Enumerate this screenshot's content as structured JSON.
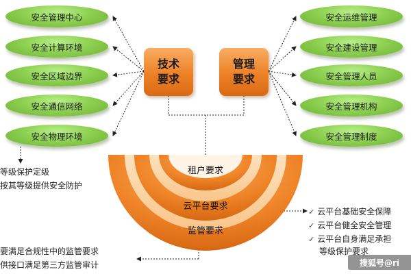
{
  "left_items": [
    "安全管理中心",
    "安全计算环境",
    "安全区域边界",
    "安全通信网络",
    "安全物理环境"
  ],
  "right_items": [
    "安全运维管理",
    "安全建设管理",
    "安全管理人员",
    "安全管理机构",
    "安全管理制度"
  ],
  "tech_box": {
    "line1": "技术",
    "line2": "要求"
  },
  "mgmt_box": {
    "line1": "管理",
    "line2": "要求"
  },
  "rings": {
    "inner": "租户要求",
    "middle": "云平台要求",
    "outer": "监管要求"
  },
  "left_notes": [
    "等级保护定级",
    "按其等级提供安全防护"
  ],
  "bottom_notes": [
    "要满足合规性中的监管要求",
    "供接口满足第三方监管审计"
  ],
  "right_bullets": [
    "云平台基础安全保障",
    "云平台健全安全管理",
    "云平台自身满足承担",
    "等级保护要求"
  ],
  "watermark": "搜狐号@ri"
}
